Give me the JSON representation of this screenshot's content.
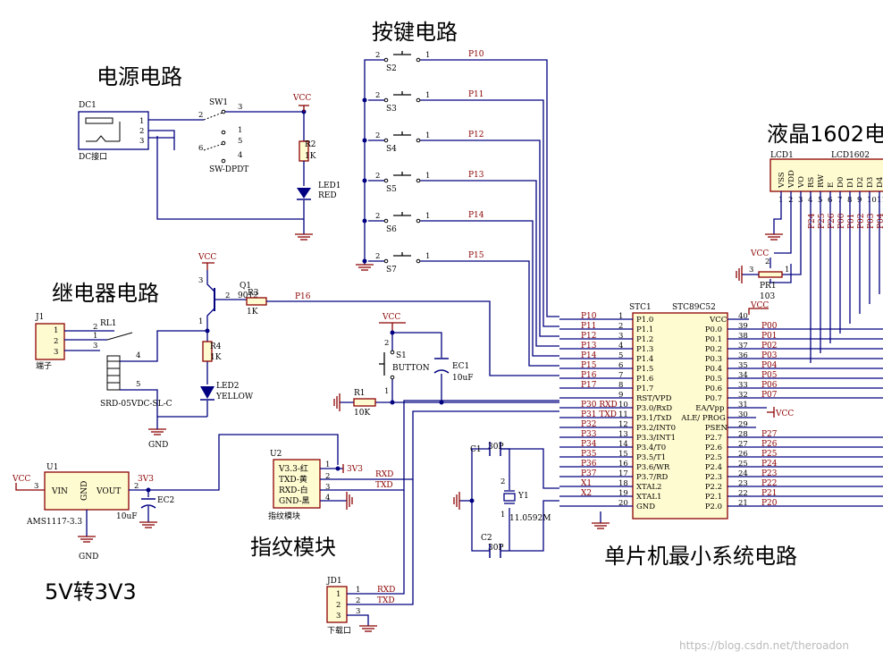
{
  "titles": {
    "power": "电源电路",
    "keys": "按键电路",
    "lcd": "液晶1602电",
    "relay": "继电器电路",
    "fingerprint": "指纹模块",
    "mcu": "单片机最小系统电路",
    "regulator": "5V转3V3"
  },
  "labels": {
    "dc1": "DC1",
    "dc_port": "DC接口",
    "sw1": "SW1",
    "sw_dpdt": "SW-DPDT",
    "vcc": "VCC",
    "r2": "R2",
    "r2_val": "1K",
    "led1": "LED1",
    "led1_col": "RED",
    "lcd1": "LCD1",
    "lcd1602": "LCD1602",
    "pr1": "PR1",
    "pr1_val": "103",
    "j1": "J1",
    "j1_name": "端子",
    "rl1": "RL1",
    "relay_part": "SRD-05VDC-SL-C",
    "q1": "Q1",
    "q1_val": "9012",
    "r3": "R3",
    "r3_val": "1K",
    "net_p16": "P16",
    "r4": "R4",
    "r4_val": "1K",
    "led2": "LED2",
    "led2_col": "YELLOW",
    "gnd": "GND",
    "s1": "S1",
    "button": "BUTTON",
    "ec1": "EC1",
    "ec1_val": "10uF",
    "r1": "R1",
    "r1_val": "10K",
    "stc1": "STC1",
    "stc_part": "STC89C52",
    "u1": "U1",
    "vin": "VIN",
    "vout": "VOUT",
    "gnd_pin": "GND",
    "ams": "AMS1117-3.3",
    "net_3v3": "3V3",
    "ec2": "EC2",
    "ec2_val": "10uF",
    "u2": "U2",
    "u2_name": "指纹模块",
    "u2_p1": "V3.3-红",
    "u2_p2": "TXD-黄",
    "u2_p3": "RXD-白",
    "u2_p4": "GND-黑",
    "rxd": "RXD",
    "txd": "TXD",
    "c1": "C1",
    "c2": "C2",
    "c_val": "30P",
    "y1": "Y1",
    "xtal_val": "11.0592M",
    "jd1": "JD1",
    "jd1_name": "下载口"
  },
  "keys": [
    {
      "name": "S2",
      "net": "P10"
    },
    {
      "name": "S3",
      "net": "P11"
    },
    {
      "name": "S4",
      "net": "P12"
    },
    {
      "name": "S5",
      "net": "P13"
    },
    {
      "name": "S6",
      "net": "P14"
    },
    {
      "name": "S7",
      "net": "P15"
    }
  ],
  "mcu_left": [
    {
      "net": "P10",
      "num": "1",
      "pin": "P1.0"
    },
    {
      "net": "P11",
      "num": "2",
      "pin": "P1.1"
    },
    {
      "net": "P12",
      "num": "3",
      "pin": "P1.2"
    },
    {
      "net": "P13",
      "num": "4",
      "pin": "P1.3"
    },
    {
      "net": "P14",
      "num": "5",
      "pin": "P1.4"
    },
    {
      "net": "P15",
      "num": "6",
      "pin": "P1.5"
    },
    {
      "net": "P16",
      "num": "7",
      "pin": "P1.6"
    },
    {
      "net": "P17",
      "num": "8",
      "pin": "P1.7"
    },
    {
      "net": "",
      "num": "9",
      "pin": "RST/VPD"
    },
    {
      "net": "P30  RXD",
      "num": "10",
      "pin": "P3.0/RxD"
    },
    {
      "net": "P31  TXD",
      "num": "11",
      "pin": "P3.1/TxD"
    },
    {
      "net": "P32",
      "num": "12",
      "pin": "P3.2/INT0"
    },
    {
      "net": "P33",
      "num": "13",
      "pin": "P3.3/INT1"
    },
    {
      "net": "P34",
      "num": "14",
      "pin": "P3.4/T0"
    },
    {
      "net": "P35",
      "num": "15",
      "pin": "P3.5/T1"
    },
    {
      "net": "P36",
      "num": "16",
      "pin": "P3.6/WR"
    },
    {
      "net": "P37",
      "num": "17",
      "pin": "P3.7/RD"
    },
    {
      "net": "X1",
      "num": "18",
      "pin": "XTAL2"
    },
    {
      "net": "X2",
      "num": "19",
      "pin": "XTAL1"
    },
    {
      "net": "",
      "num": "20",
      "pin": "GND"
    }
  ],
  "mcu_right": [
    {
      "net": "VCC",
      "num": "40",
      "pin": "VCC"
    },
    {
      "net": "P00",
      "num": "39",
      "pin": "P0.0"
    },
    {
      "net": "P01",
      "num": "38",
      "pin": "P0.1"
    },
    {
      "net": "P02",
      "num": "37",
      "pin": "P0.2"
    },
    {
      "net": "P03",
      "num": "36",
      "pin": "P0.3"
    },
    {
      "net": "P04",
      "num": "35",
      "pin": "P0.4"
    },
    {
      "net": "P05",
      "num": "34",
      "pin": "P0.5"
    },
    {
      "net": "P06",
      "num": "33",
      "pin": "P0.6"
    },
    {
      "net": "P07",
      "num": "32",
      "pin": "P0.7"
    },
    {
      "net": "VCC",
      "num": "31",
      "pin": "EA/Vpp"
    },
    {
      "net": "",
      "num": "30",
      "pin": "ALE/ PROG"
    },
    {
      "net": "",
      "num": "29",
      "pin": "PSEN"
    },
    {
      "net": "P27",
      "num": "28",
      "pin": "P2.7"
    },
    {
      "net": "P26",
      "num": "27",
      "pin": "P2.6"
    },
    {
      "net": "P25",
      "num": "26",
      "pin": "P2.5"
    },
    {
      "net": "P24",
      "num": "25",
      "pin": "P2.4"
    },
    {
      "net": "P23",
      "num": "24",
      "pin": "P2.3"
    },
    {
      "net": "P22",
      "num": "23",
      "pin": "P2.2"
    },
    {
      "net": "P21",
      "num": "22",
      "pin": "P2.1"
    },
    {
      "net": "P20",
      "num": "21",
      "pin": "P2.0"
    }
  ],
  "lcd_pins": [
    {
      "name": "VSS",
      "num": "1",
      "net": ""
    },
    {
      "name": "VDD",
      "num": "2",
      "net": ""
    },
    {
      "name": "VO",
      "num": "3",
      "net": ""
    },
    {
      "name": "RS",
      "num": "4",
      "net": "P24"
    },
    {
      "name": "RW",
      "num": "5",
      "net": "P25"
    },
    {
      "name": "E",
      "num": "6",
      "net": "P26"
    },
    {
      "name": "D0",
      "num": "7",
      "net": "P00"
    },
    {
      "name": "D1",
      "num": "8",
      "net": "P01"
    },
    {
      "name": "D2",
      "num": "9",
      "net": "P02"
    },
    {
      "name": "D3",
      "num": "10",
      "net": "P03"
    },
    {
      "name": "D4",
      "num": "11",
      "net": "P04"
    }
  ],
  "watermark": "https://blog.csdn.net/theroadon"
}
